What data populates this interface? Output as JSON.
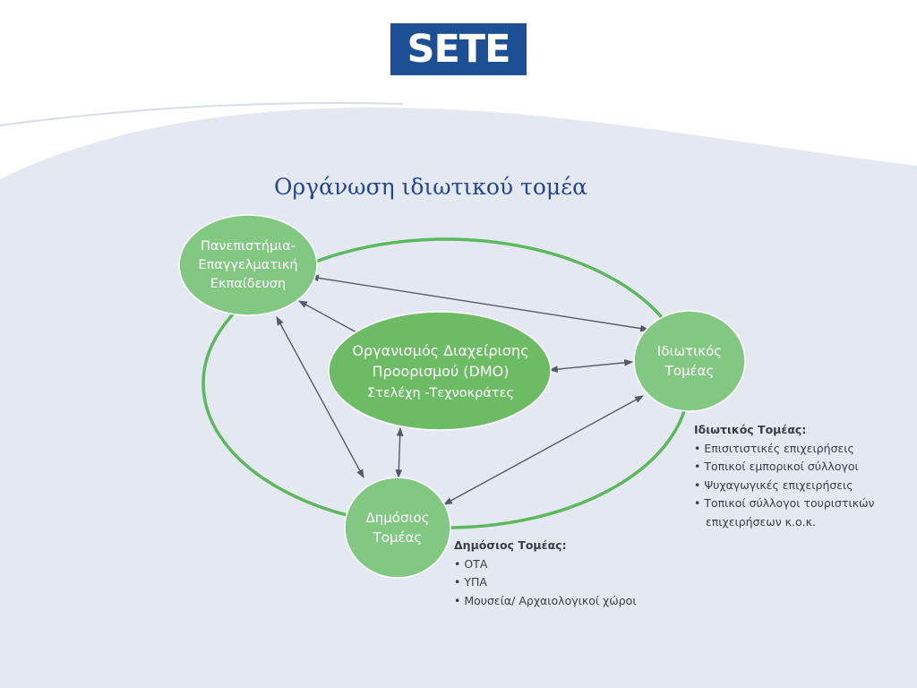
{
  "logo": {
    "text": "SETE"
  },
  "title": "Οργάνωση ιδιωτικού τομέα",
  "nodes": {
    "university": {
      "lines": [
        "Πανεπιστήμια-",
        "Επαγγελματική",
        "Εκπαίδευση"
      ]
    },
    "dmo": {
      "lines": [
        "Οργανισμός Διαχείρισης",
        "Προορισμού (DMO)"
      ],
      "subtitle": "Στελέχη -Τεχνοκράτες"
    },
    "private": {
      "lines": [
        "Ιδιωτικός",
        "Τομέας"
      ]
    },
    "public": {
      "lines": [
        "Δημόσιος",
        "Τομέας"
      ]
    }
  },
  "notes": {
    "private": {
      "heading": "Ιδιωτικός Τομέας:",
      "items": [
        "• Επισιτιστικές επιχειρήσεις",
        "• Τοπικοί εμπορικοί σύλλογοι",
        "• Ψυχαγωγικές επιχειρήσεις",
        "• Τοπικοί σύλλογοι τουριστικών"
      ],
      "continuation": "επιχειρήσεων κ.ο.κ."
    },
    "public": {
      "heading": "Δημόσιος Τομέας:",
      "items": [
        "• ΟΤΑ",
        "• ΥΠΑ",
        "• Μουσεία/ Αρχαιολογικοί χώροι"
      ]
    }
  },
  "colors": {
    "node_fill": "#82c882",
    "dmo_fill": "#6dbb65",
    "ring": "#5cb85c",
    "arrow": "#555a66",
    "title": "#24478f",
    "logo_bg": "#1d4f95"
  }
}
